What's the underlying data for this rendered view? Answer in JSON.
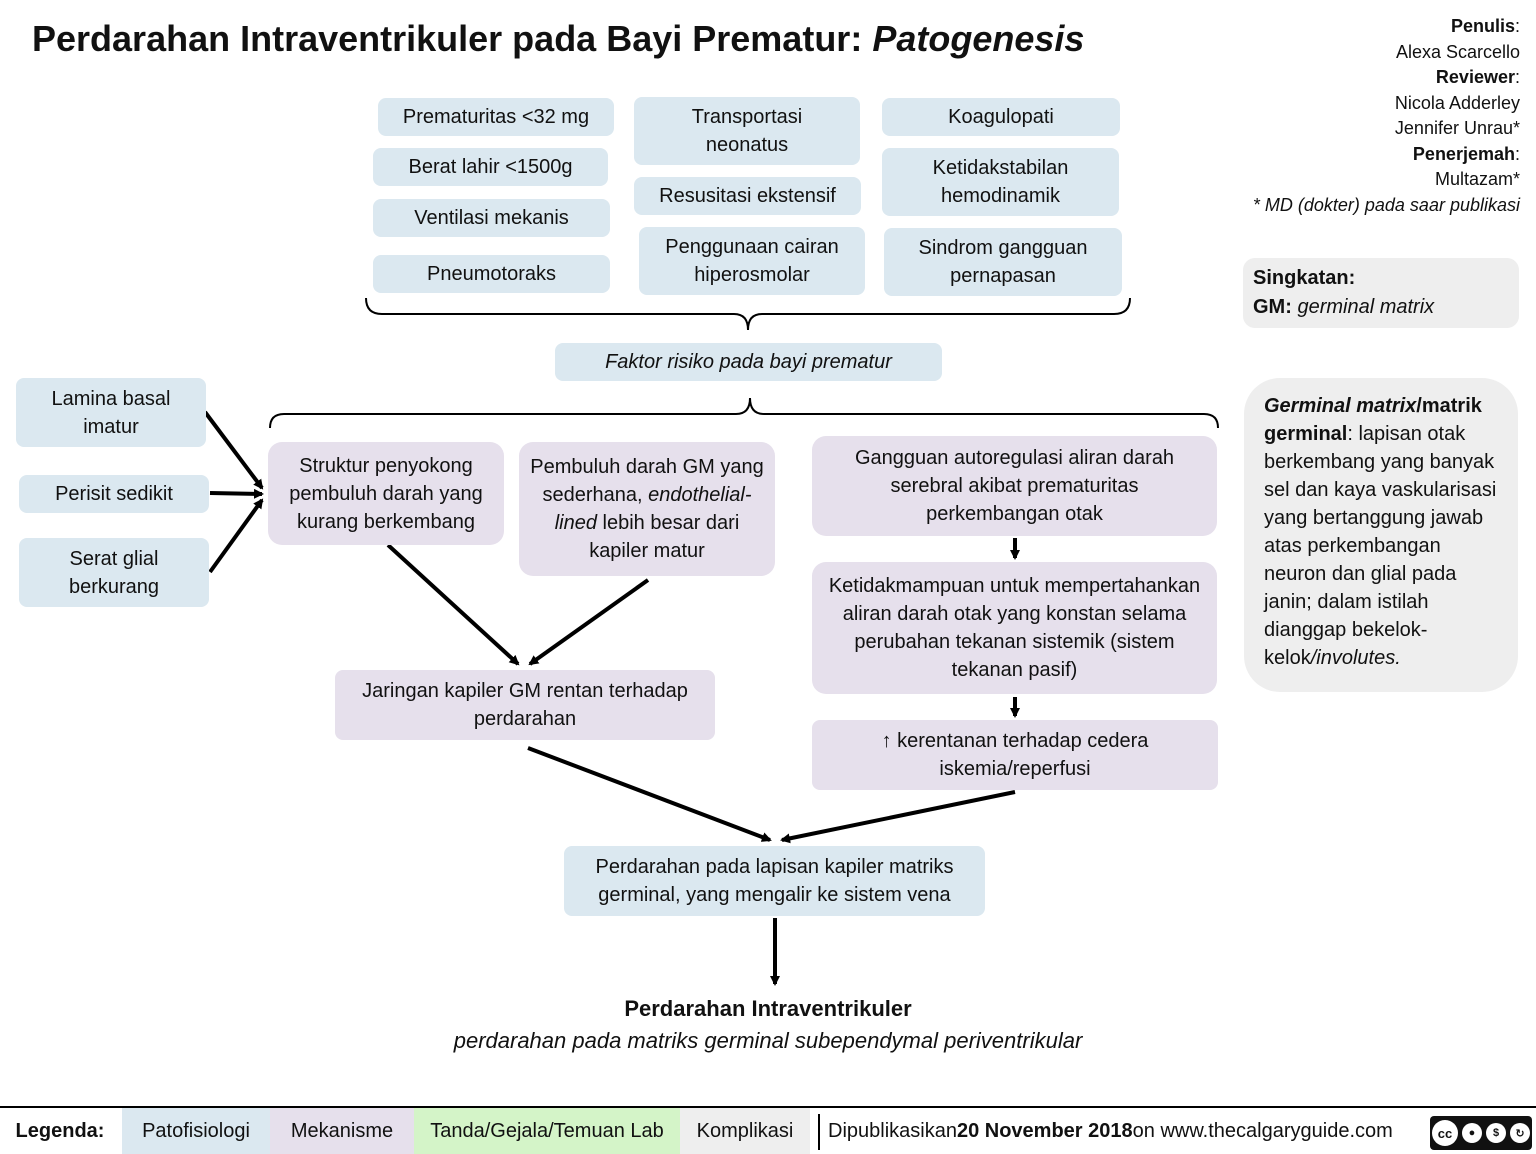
{
  "title": {
    "main": "Perdarahan Intraventrikuler pada Bayi Prematur: ",
    "italic": "Patogenesis"
  },
  "credits": {
    "author_label": "Penulis",
    "author": "Alexa Scarcello",
    "reviewer_label": "Reviewer",
    "reviewer1": "Nicola Adderley",
    "reviewer2": "Jennifer Unrau*",
    "translator_label": "Penerjemah",
    "translator": "Multazam*",
    "note": "* MD (dokter) pada saar publikasi"
  },
  "abbreviations": {
    "label": "Singkatan:",
    "gm_key": "GM:",
    "gm_value": "germinal matrix"
  },
  "definition": {
    "term_italic": "Germinal matrix",
    "term_rest": "/matrik germinal",
    "text": ": lapisan otak berkembang yang banyak sel dan kaya vaskularisasi yang bertanggung jawab atas perkembangan neuron dan glial pada janin; dalam istilah dianggap bekelok-kelok",
    "italic_end": "/involutes."
  },
  "risk_factors": {
    "col1": [
      "Prematuritas <32 mg",
      "Berat lahir <1500g",
      "Ventilasi mekanis",
      "Pneumotoraks"
    ],
    "col2": [
      "Transportasi neonatus",
      "Resusitasi ekstensif",
      "Penggunaan cairan hiperosmolar"
    ],
    "col3": [
      "Koagulopati",
      "Ketidakstabilan hemodinamik",
      "Sindrom gangguan pernapasan"
    ],
    "summary": "Faktor risiko pada bayi prematur"
  },
  "left_factors": [
    "Lamina basal imatur",
    "Perisit sedikit",
    "Serat glial berkurang"
  ],
  "mechanisms": {
    "struktur": "Struktur penyokong pembuluh darah yang kurang berkembang",
    "pembuluh_a": "Pembuluh darah GM yang sederhana,",
    "pembuluh_italic": "endothelial-lined",
    "pembuluh_b": " lebih besar dari kapiler matur",
    "jaringan": "Jaringan kapiler GM rentan terhadap perdarahan",
    "gangguan": "Gangguan autoregulasi aliran darah serebral akibat prematuritas perkembangan otak",
    "ketidakmampuan": "Ketidakmampuan untuk mempertahankan aliran darah otak yang konstan selama perubahan tekanan sistemik (sistem tekanan pasif)",
    "kerentanan": "↑ kerentanan terhadap cedera iskemia/reperfusi",
    "perdarahan_lapisan": "Perdarahan pada lapisan kapiler matriks germinal, yang mengalir ke sistem vena"
  },
  "outcome": {
    "title": "Perdarahan Intraventrikuler",
    "subtitle": "perdarahan pada matriks germinal subependymal periventrikular"
  },
  "legend": {
    "label": "Legenda:",
    "items": [
      {
        "label": "Patofisiologi",
        "color": "#dbe8f0"
      },
      {
        "label": "Mekanisme",
        "color": "#e6e0ec"
      },
      {
        "label": "Tanda/Gejala/Temuan Lab",
        "color": "#d4f4c8"
      },
      {
        "label": "Komplikasi",
        "color": "#eeeeee"
      }
    ],
    "published_prefix": "Dipublikasikan ",
    "published_date": "20 November 2018",
    "published_suffix": " on www.thecalgaryguide.com",
    "license_icon": "cc-by-nc-sa-icon"
  }
}
